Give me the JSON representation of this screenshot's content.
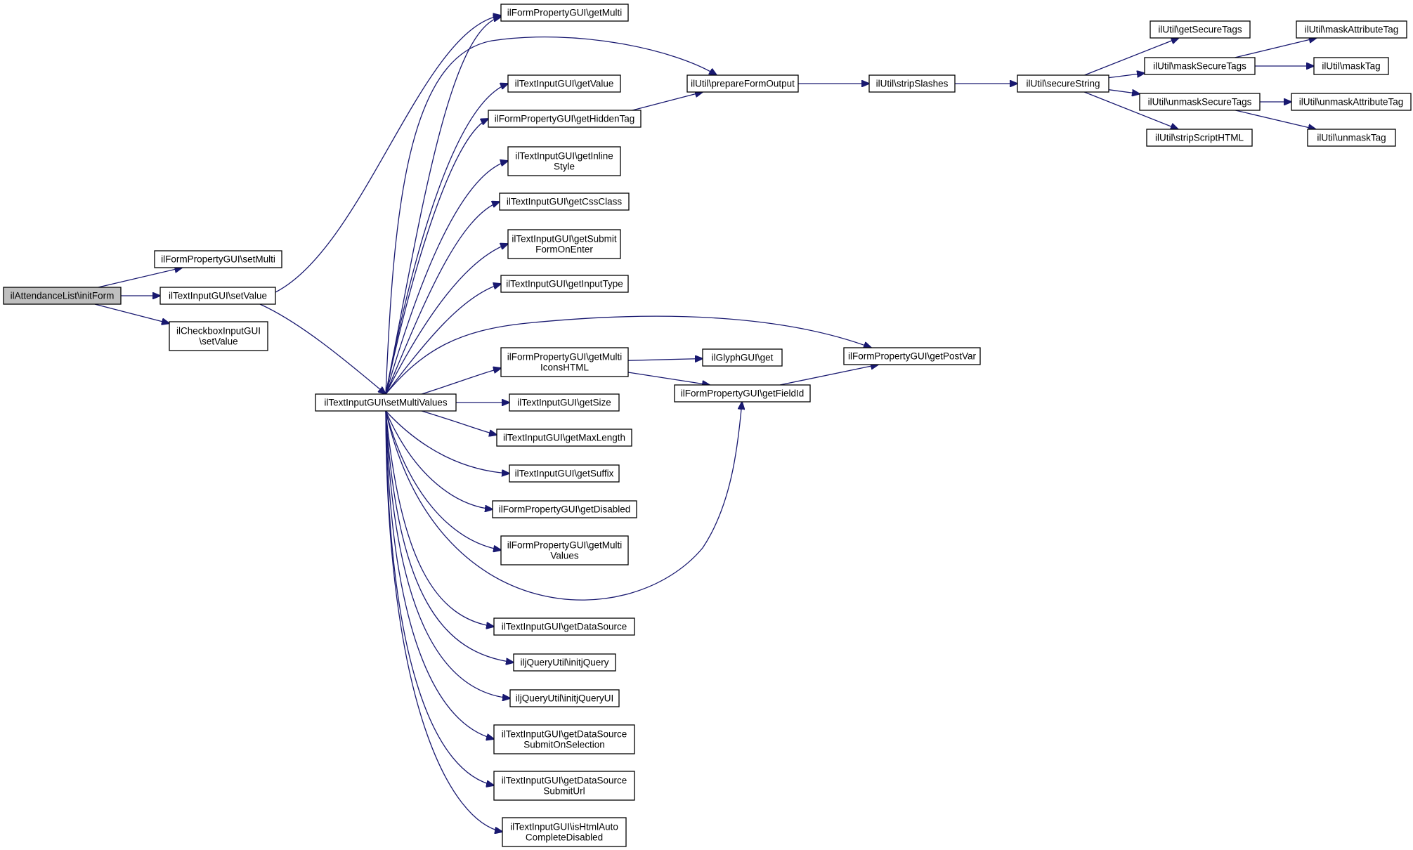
{
  "colors": {
    "edge": "#191970",
    "node_fill": "#ffffff",
    "root_fill": "#bfbfbf",
    "node_border": "#000000",
    "text": "#000000"
  },
  "nodes": [
    {
      "id": "initForm",
      "lines": [
        "ilAttendanceList\\initForm"
      ],
      "root": true
    },
    {
      "id": "fp_setMulti",
      "lines": [
        "ilFormPropertyGUI\\setMulti"
      ]
    },
    {
      "id": "ti_setValue",
      "lines": [
        "ilTextInputGUI\\setValue"
      ]
    },
    {
      "id": "cb_setValue",
      "lines": [
        "ilCheckboxInputGUI",
        "\\setValue"
      ]
    },
    {
      "id": "ti_setMultiValues",
      "lines": [
        "ilTextInputGUI\\setMultiValues"
      ]
    },
    {
      "id": "fp_getMulti",
      "lines": [
        "ilFormPropertyGUI\\getMulti"
      ]
    },
    {
      "id": "ti_getValue",
      "lines": [
        "ilTextInputGUI\\getValue"
      ]
    },
    {
      "id": "fp_getHiddenTag",
      "lines": [
        "ilFormPropertyGUI\\getHiddenTag"
      ]
    },
    {
      "id": "ti_getInlineStyle",
      "lines": [
        "ilTextInputGUI\\getInline",
        "Style"
      ]
    },
    {
      "id": "ti_getCssClass",
      "lines": [
        "ilTextInputGUI\\getCssClass"
      ]
    },
    {
      "id": "ti_getSubmitFormOnEnter",
      "lines": [
        "ilTextInputGUI\\getSubmit",
        "FormOnEnter"
      ]
    },
    {
      "id": "ti_getInputType",
      "lines": [
        "ilTextInputGUI\\getInputType"
      ]
    },
    {
      "id": "fp_getMultiIconsHTML",
      "lines": [
        "ilFormPropertyGUI\\getMulti",
        "IconsHTML"
      ]
    },
    {
      "id": "ti_getSize",
      "lines": [
        "ilTextInputGUI\\getSize"
      ]
    },
    {
      "id": "ti_getMaxLength",
      "lines": [
        "ilTextInputGUI\\getMaxLength"
      ]
    },
    {
      "id": "ti_getSuffix",
      "lines": [
        "ilTextInputGUI\\getSuffix"
      ]
    },
    {
      "id": "fp_getDisabled",
      "lines": [
        "ilFormPropertyGUI\\getDisabled"
      ]
    },
    {
      "id": "fp_getMultiValues",
      "lines": [
        "ilFormPropertyGUI\\getMulti",
        "Values"
      ]
    },
    {
      "id": "ti_getDataSource",
      "lines": [
        "ilTextInputGUI\\getDataSource"
      ]
    },
    {
      "id": "jq_initjQuery",
      "lines": [
        "iljQueryUtil\\initjQuery"
      ]
    },
    {
      "id": "jq_initjQueryUI",
      "lines": [
        "iljQueryUtil\\initjQueryUI"
      ]
    },
    {
      "id": "ti_getDataSourceSubmitOnSelection",
      "lines": [
        "ilTextInputGUI\\getDataSource",
        "SubmitOnSelection"
      ]
    },
    {
      "id": "ti_getDataSourceSubmitUrl",
      "lines": [
        "ilTextInputGUI\\getDataSource",
        "SubmitUrl"
      ]
    },
    {
      "id": "ti_isHtmlAutoCompleteDisabled",
      "lines": [
        "ilTextInputGUI\\isHtmlAuto",
        "CompleteDisabled"
      ]
    },
    {
      "id": "u_prepareFormOutput",
      "lines": [
        "ilUtil\\prepareFormOutput"
      ]
    },
    {
      "id": "glyph_get",
      "lines": [
        "ilGlyphGUI\\get"
      ]
    },
    {
      "id": "fp_getFieldId",
      "lines": [
        "ilFormPropertyGUI\\getFieldId"
      ]
    },
    {
      "id": "fp_getPostVar",
      "lines": [
        "ilFormPropertyGUI\\getPostVar"
      ]
    },
    {
      "id": "u_stripSlashes",
      "lines": [
        "ilUtil\\stripSlashes"
      ]
    },
    {
      "id": "u_secureString",
      "lines": [
        "ilUtil\\secureString"
      ]
    },
    {
      "id": "u_getSecureTags",
      "lines": [
        "ilUtil\\getSecureTags"
      ]
    },
    {
      "id": "u_maskSecureTags",
      "lines": [
        "ilUtil\\maskSecureTags"
      ]
    },
    {
      "id": "u_unmaskSecureTags",
      "lines": [
        "ilUtil\\unmaskSecureTags"
      ]
    },
    {
      "id": "u_stripScriptHTML",
      "lines": [
        "ilUtil\\stripScriptHTML"
      ]
    },
    {
      "id": "u_maskAttributeTag",
      "lines": [
        "ilUtil\\maskAttributeTag"
      ]
    },
    {
      "id": "u_maskTag",
      "lines": [
        "ilUtil\\maskTag"
      ]
    },
    {
      "id": "u_unmaskAttributeTag",
      "lines": [
        "ilUtil\\unmaskAttributeTag"
      ]
    },
    {
      "id": "u_unmaskTag",
      "lines": [
        "ilUtil\\unmaskTag"
      ]
    }
  ],
  "edges": [
    [
      "initForm",
      "fp_setMulti"
    ],
    [
      "initForm",
      "ti_setValue"
    ],
    [
      "initForm",
      "cb_setValue"
    ],
    [
      "ti_setValue",
      "fp_getMulti"
    ],
    [
      "ti_setValue",
      "ti_setMultiValues"
    ],
    [
      "ti_setMultiValues",
      "fp_getMulti"
    ],
    [
      "ti_setMultiValues",
      "u_prepareFormOutput"
    ],
    [
      "ti_setMultiValues",
      "ti_getValue"
    ],
    [
      "ti_setMultiValues",
      "fp_getHiddenTag"
    ],
    [
      "ti_setMultiValues",
      "ti_getInlineStyle"
    ],
    [
      "ti_setMultiValues",
      "ti_getCssClass"
    ],
    [
      "ti_setMultiValues",
      "ti_getSubmitFormOnEnter"
    ],
    [
      "ti_setMultiValues",
      "ti_getInputType"
    ],
    [
      "ti_setMultiValues",
      "fp_getPostVar"
    ],
    [
      "ti_setMultiValues",
      "fp_getMultiIconsHTML"
    ],
    [
      "ti_setMultiValues",
      "ti_getSize"
    ],
    [
      "ti_setMultiValues",
      "ti_getMaxLength"
    ],
    [
      "ti_setMultiValues",
      "ti_getSuffix"
    ],
    [
      "ti_setMultiValues",
      "fp_getDisabled"
    ],
    [
      "ti_setMultiValues",
      "fp_getMultiValues"
    ],
    [
      "ti_setMultiValues",
      "fp_getFieldId"
    ],
    [
      "ti_setMultiValues",
      "ti_getDataSource"
    ],
    [
      "ti_setMultiValues",
      "jq_initjQuery"
    ],
    [
      "ti_setMultiValues",
      "jq_initjQueryUI"
    ],
    [
      "ti_setMultiValues",
      "ti_getDataSourceSubmitOnSelection"
    ],
    [
      "ti_setMultiValues",
      "ti_getDataSourceSubmitUrl"
    ],
    [
      "ti_setMultiValues",
      "ti_isHtmlAutoCompleteDisabled"
    ],
    [
      "fp_getHiddenTag",
      "u_prepareFormOutput"
    ],
    [
      "fp_getMultiIconsHTML",
      "glyph_get"
    ],
    [
      "fp_getMultiIconsHTML",
      "fp_getFieldId"
    ],
    [
      "fp_getFieldId",
      "fp_getPostVar"
    ],
    [
      "u_prepareFormOutput",
      "u_stripSlashes"
    ],
    [
      "u_stripSlashes",
      "u_secureString"
    ],
    [
      "u_secureString",
      "u_getSecureTags"
    ],
    [
      "u_secureString",
      "u_maskSecureTags"
    ],
    [
      "u_secureString",
      "u_unmaskSecureTags"
    ],
    [
      "u_secureString",
      "u_stripScriptHTML"
    ],
    [
      "u_maskSecureTags",
      "u_maskAttributeTag"
    ],
    [
      "u_maskSecureTags",
      "u_maskTag"
    ],
    [
      "u_unmaskSecureTags",
      "u_unmaskAttributeTag"
    ],
    [
      "u_unmaskSecureTags",
      "u_unmaskTag"
    ]
  ]
}
